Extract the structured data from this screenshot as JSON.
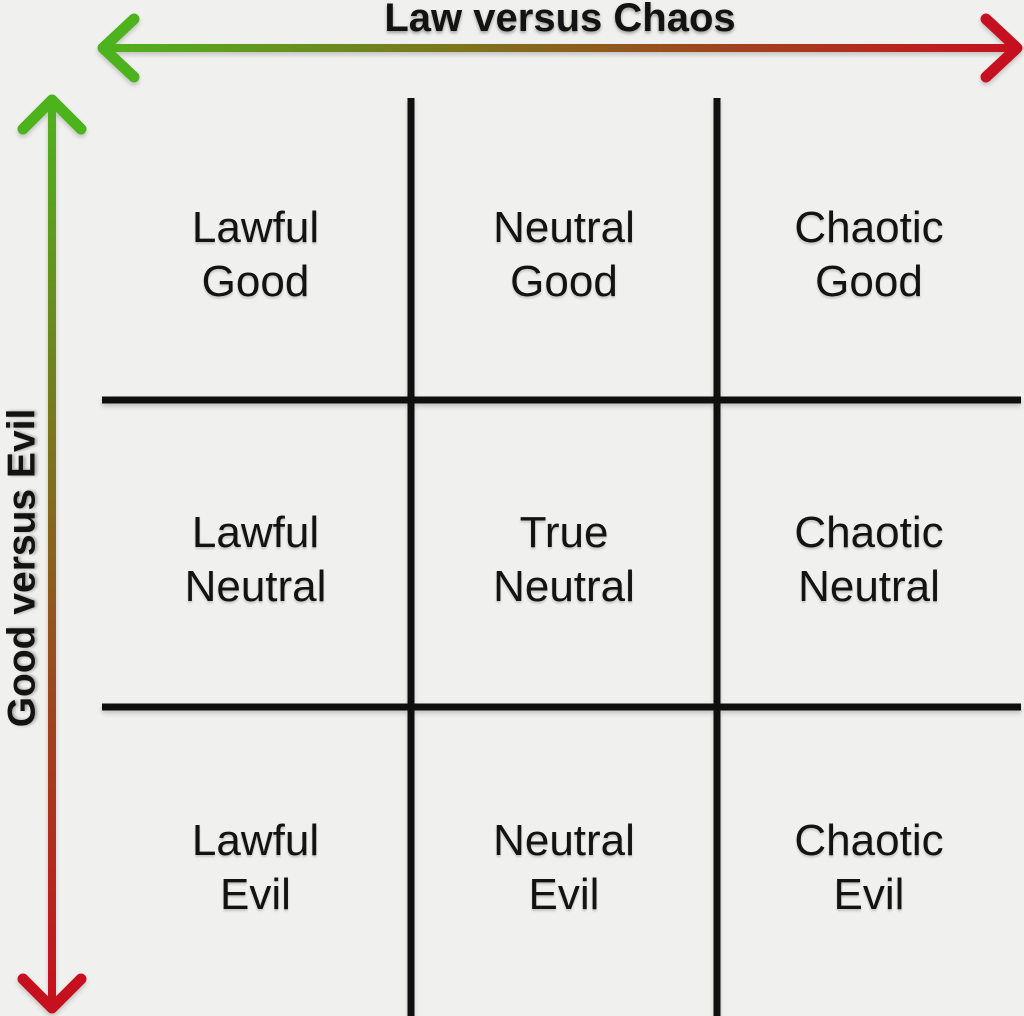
{
  "colors": {
    "background": "#f0f0ee",
    "grid_line": "#0f0f0f",
    "text": "#131313",
    "law_green": "#4db31d",
    "chaos_red": "#c6101f"
  },
  "axes": {
    "horizontal": {
      "label": "Law versus Chaos"
    },
    "vertical": {
      "label": "Good versus Evil"
    }
  },
  "grid": {
    "cells": [
      {
        "label": "Lawful\nGood"
      },
      {
        "label": "Neutral\nGood"
      },
      {
        "label": "Chaotic\nGood"
      },
      {
        "label": "Lawful\nNeutral"
      },
      {
        "label": "True\nNeutral"
      },
      {
        "label": "Chaotic\nNeutral"
      },
      {
        "label": "Lawful\nEvil"
      },
      {
        "label": "Neutral\nEvil"
      },
      {
        "label": "Chaotic\nEvil"
      }
    ]
  }
}
